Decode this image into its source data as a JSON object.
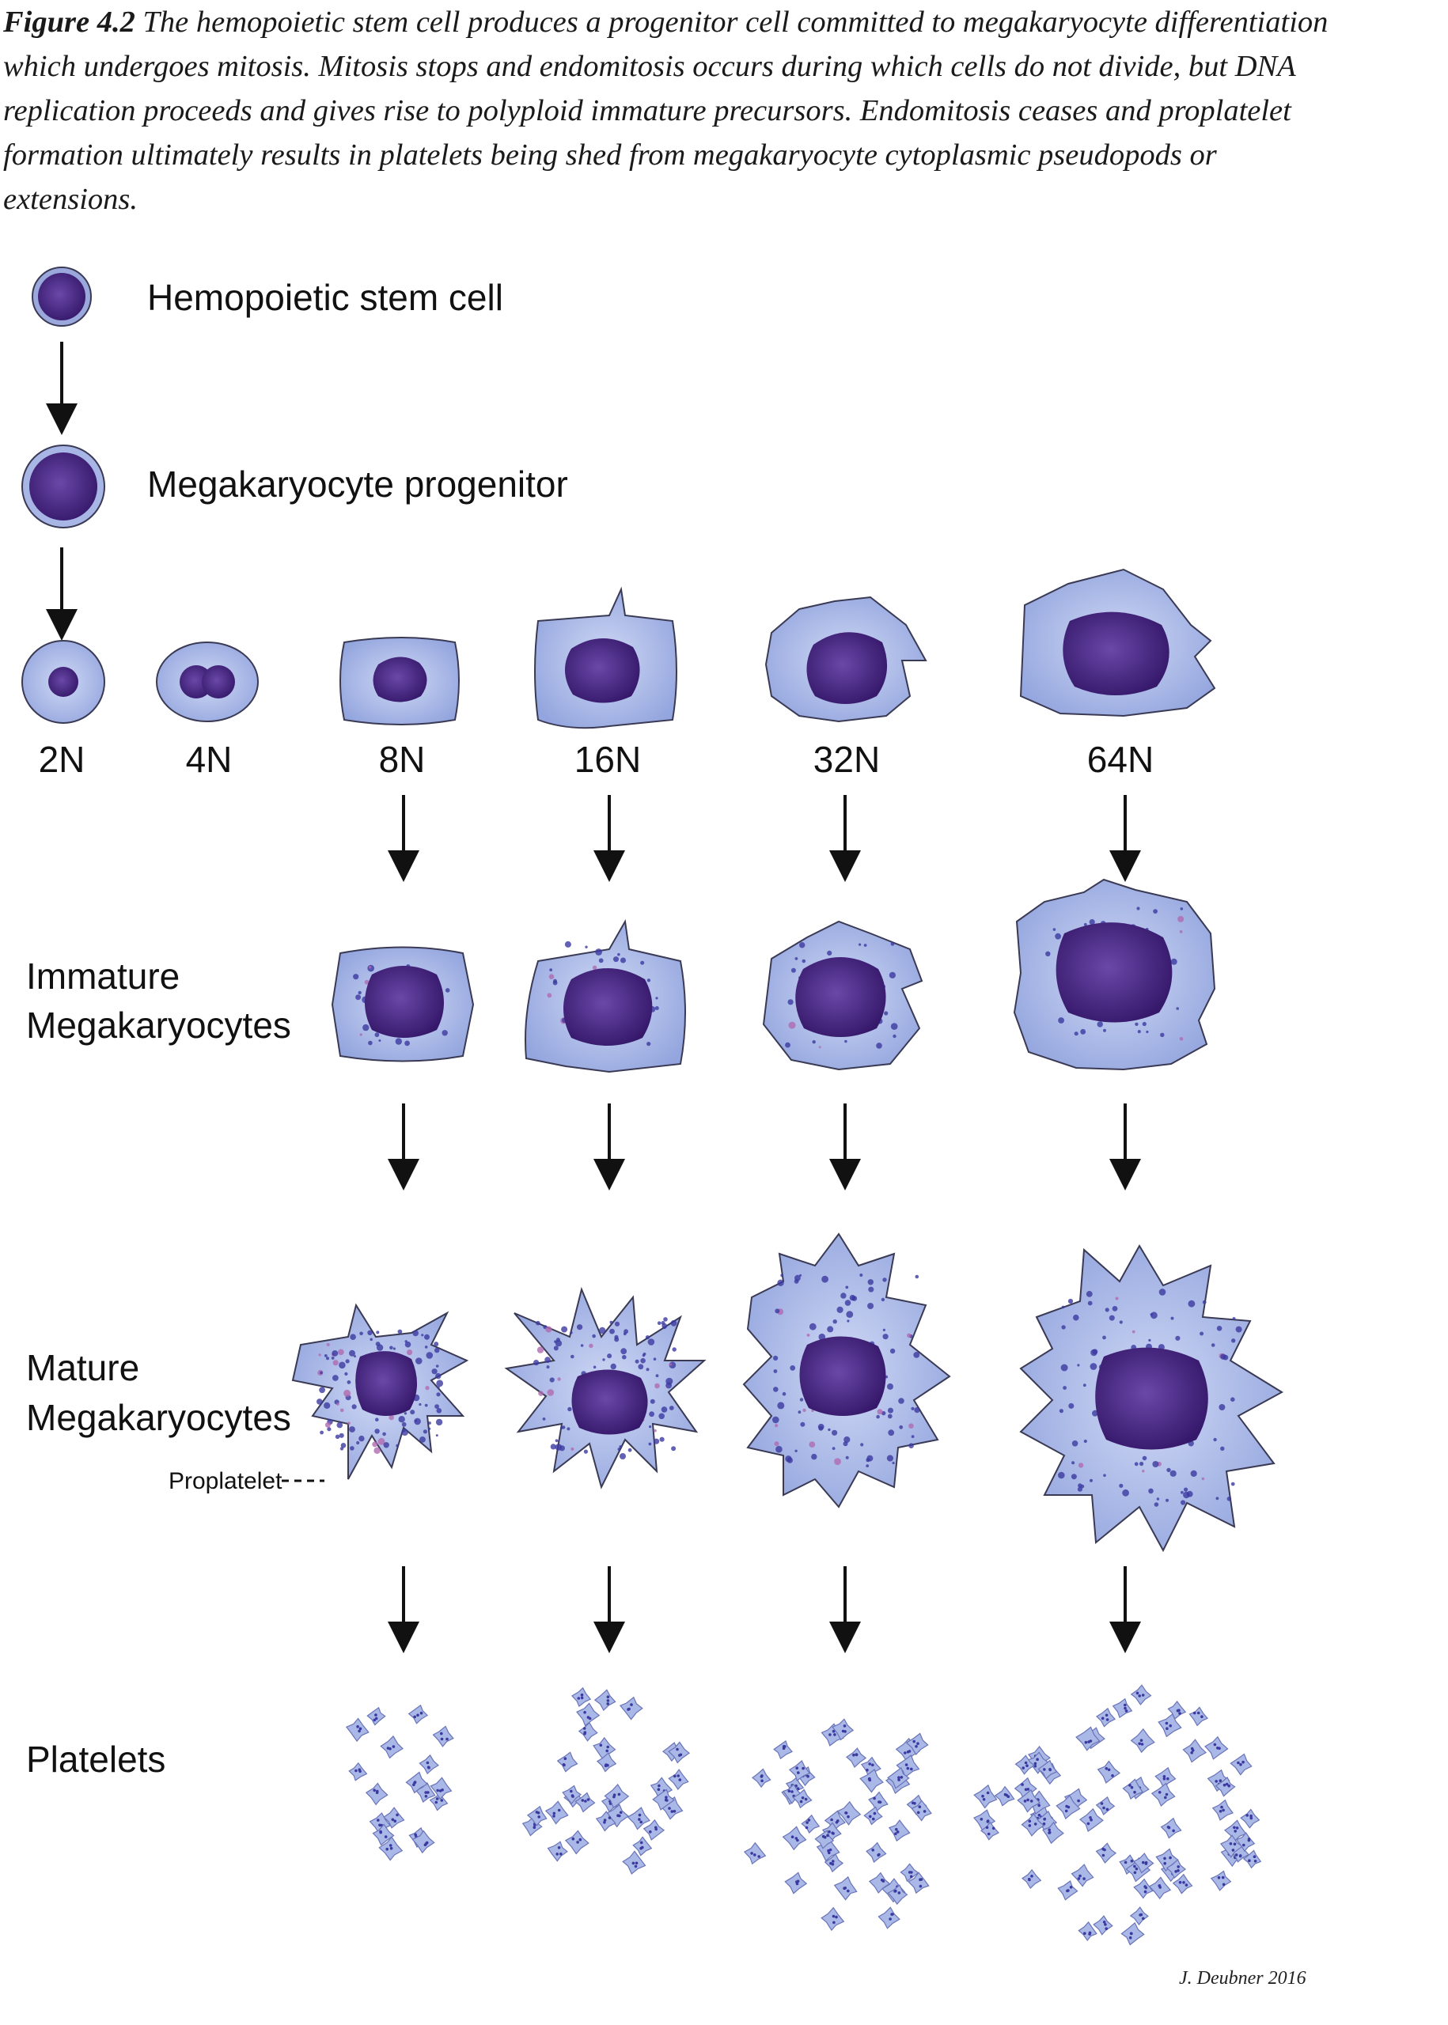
{
  "caption": {
    "figure_label": "Figure 4.2",
    "text": " The hemopoietic stem cell produces a progenitor cell committed to megakaryocyte differentiation which undergoes mitosis. Mitosis stops and endomitosis occurs during which cells do not divide, but DNA replication proceeds and gives rise to polyploid immature precursors. Endomitosis ceases and proplatelet formation ultimately results in platelets being shed from megakaryocyte cytoplasmic pseudopods or extensions."
  },
  "labels": {
    "stem_cell": "Hemopoietic stem cell",
    "progenitor": "Megakaryocyte progenitor",
    "immature_line1": "Immature",
    "immature_line2": "Megakaryocytes",
    "mature_line1": "Mature",
    "mature_line2": "Megakaryocytes",
    "proplatelet": "Proplatelet",
    "platelets": "Platelets"
  },
  "ploidy": [
    "2N",
    "4N",
    "8N",
    "16N",
    "32N",
    "64N"
  ],
  "signature": "J. Deubner 2016",
  "colors": {
    "cytoplasm": "#a9b8e6",
    "cytoplasm_light": "#c5d0f0",
    "nucleus": "#4a2a82",
    "nucleus_dark": "#2f1760",
    "outline": "#3a3a55",
    "granule": "#3c3aa0",
    "pink_granule": "#b06ab0"
  }
}
